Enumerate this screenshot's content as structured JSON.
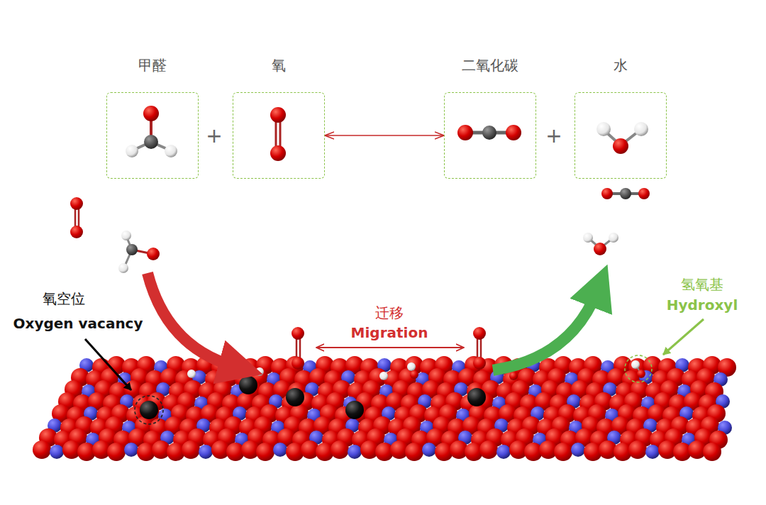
{
  "diagram": {
    "nodes": [
      {
        "text": [
          "甲醛"
        ]
      },
      {
        "text": [
          "氧"
        ]
      },
      {
        "text": [
          "二氧化碳"
        ]
      },
      {
        "text": [
          "水"
        ]
      }
    ],
    "edges": [
      {
        "from": 1,
        "to": 2,
        "arrow": "both"
      }
    ],
    "labels": [
      "+",
      "+",
      "氧空位",
      "Oxygen vacancy",
      "迁移",
      "Migration",
      "氢氧基",
      "Hydroxyl"
    ]
  }
}
